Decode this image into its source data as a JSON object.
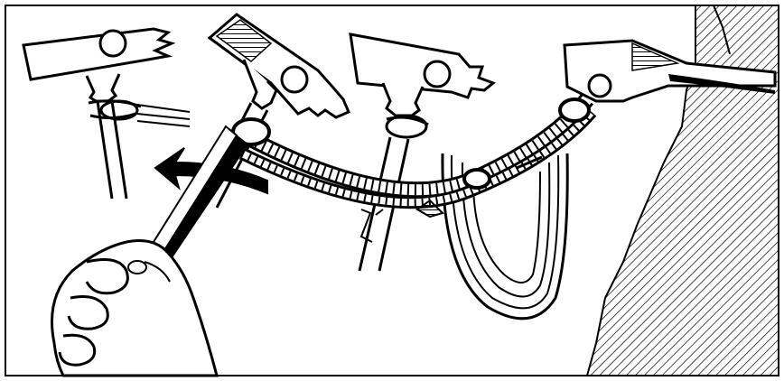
{
  "illustration": {
    "background": "#ffffff",
    "line_color": "#000000",
    "scene": [
      "hammer-head",
      "hammer-head",
      "hammer-head",
      "piton-in-rock",
      "rope-sling",
      "pliers",
      "rotation-arrow",
      "hatched-rock-face",
      "hand"
    ]
  }
}
